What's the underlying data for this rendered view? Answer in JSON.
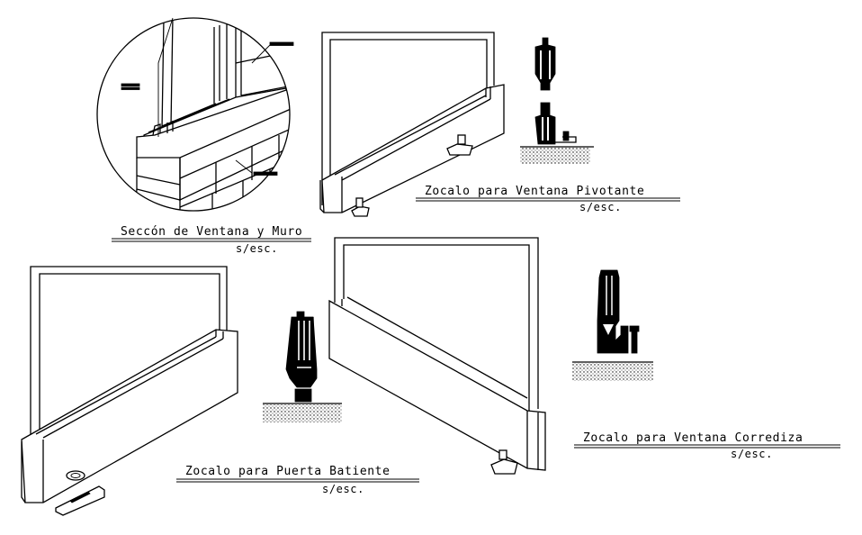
{
  "captions": {
    "seccion_title": "Seccón de Ventana y Muro",
    "seccion_scale": "s/esc.",
    "pivotante_title": "Zocalo para Ventana Pivotante",
    "pivotante_scale": "s/esc.",
    "batiente_title": "Zocalo para Puerta Batiente",
    "batiente_scale": "s/esc.",
    "corrediza_title": "Zocalo para Ventana Corrediza",
    "corrediza_scale": "s/esc."
  }
}
